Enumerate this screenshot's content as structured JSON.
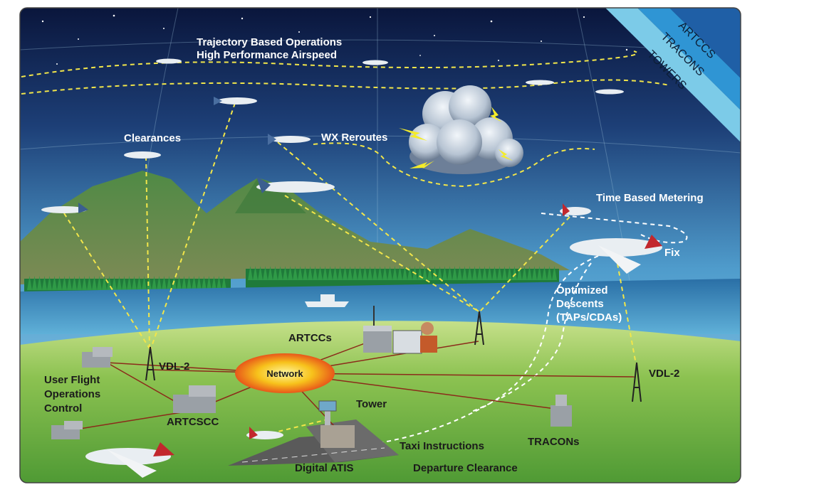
{
  "labels": {
    "tbo_line1": "Trajectory Based Operations",
    "tbo_line2": "High Performance Airspeed",
    "clearances": "Clearances",
    "wx_reroutes": "WX Reroutes",
    "time_based_metering": "Time Based Metering",
    "fix": "Fix",
    "optimized_line1": "Optimized",
    "optimized_line2": "Descents",
    "optimized_line3": "(TAPs/CDAs)",
    "artccs": "ARTCCs",
    "network": "Network",
    "vdl2_left": "VDL-2",
    "vdl2_right": "VDL-2",
    "user_flight_line1": "User Flight",
    "user_flight_line2": "Operations",
    "user_flight_line3": "Control",
    "artcscc": "ARTCSCC",
    "tower": "Tower",
    "tracons": "TRACONs",
    "taxi_instructions": "Taxi Instructions",
    "digital_atis": "Digital ATIS",
    "departure_clearance": "Departure Clearance"
  },
  "corner_banner": {
    "artccs": "ARTCCS",
    "tracons": "TRACONS",
    "towers": "TOWERS"
  },
  "colors": {
    "sky_top": "#0b1a44",
    "sky_bottom": "#7fc8e6",
    "ground": "#7ab648",
    "water": "#2d7fb8",
    "datalink": "#f2e64a",
    "network_line": "#8b2a1a",
    "descent_path": "#ffffff",
    "banner_dark": "#1f5fa6",
    "banner_mid": "#2f95d4",
    "banner_light": "#7ccbe8"
  }
}
